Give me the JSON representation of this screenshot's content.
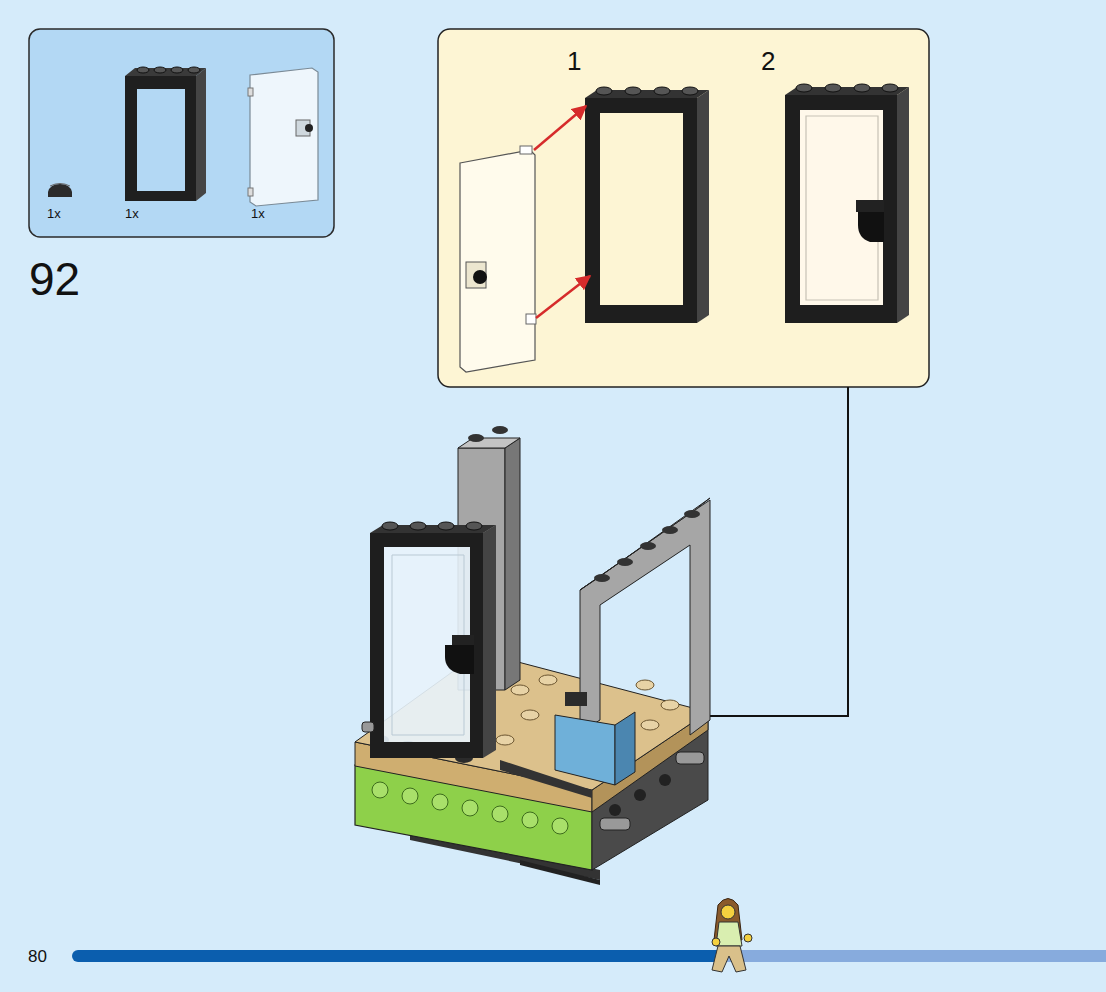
{
  "diagram": {
    "nodes": [
      {
        "text": [
          "1x",
          "1x",
          "1x"
        ]
      },
      {
        "text": [
          "1",
          "2"
        ]
      }
    ],
    "labels": [
      "92",
      "80"
    ]
  }
}
